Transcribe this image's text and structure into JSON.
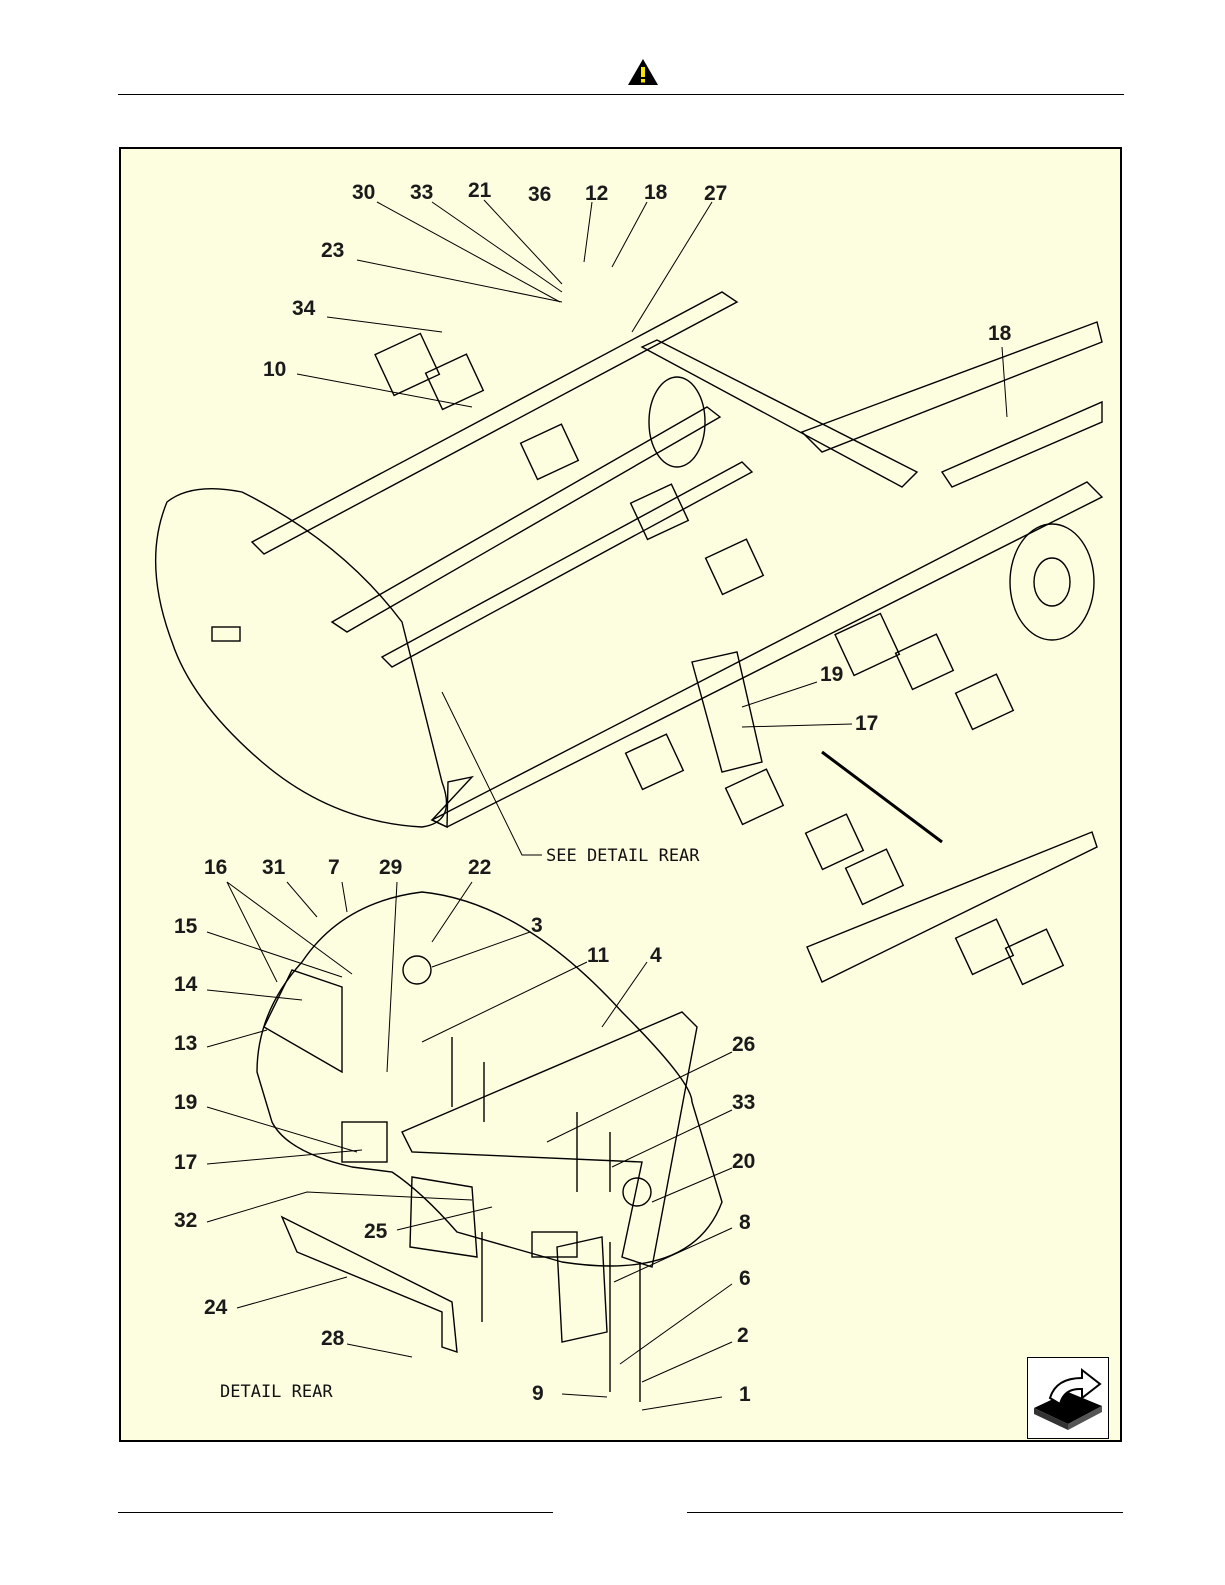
{
  "header": {
    "warning_icon": "warning-triangle-icon"
  },
  "diagram": {
    "main_view_callouts": [
      "30",
      "33",
      "21",
      "36",
      "12",
      "18",
      "27",
      "23",
      "34",
      "10",
      "18",
      "19",
      "17"
    ],
    "detail_view_callouts": [
      "16",
      "31",
      "7",
      "29",
      "22",
      "3",
      "11",
      "4",
      "15",
      "14",
      "13",
      "26",
      "19",
      "33",
      "17",
      "20",
      "32",
      "25",
      "8",
      "24",
      "6",
      "28",
      "2",
      "9",
      "1"
    ],
    "see_detail_label": "SEE DETAIL REAR",
    "detail_title": "DETAIL REAR"
  },
  "nav": {
    "icon": "page-turn-arrow-icon"
  },
  "colors": {
    "background": "#fdfde0",
    "line": "#000000"
  }
}
